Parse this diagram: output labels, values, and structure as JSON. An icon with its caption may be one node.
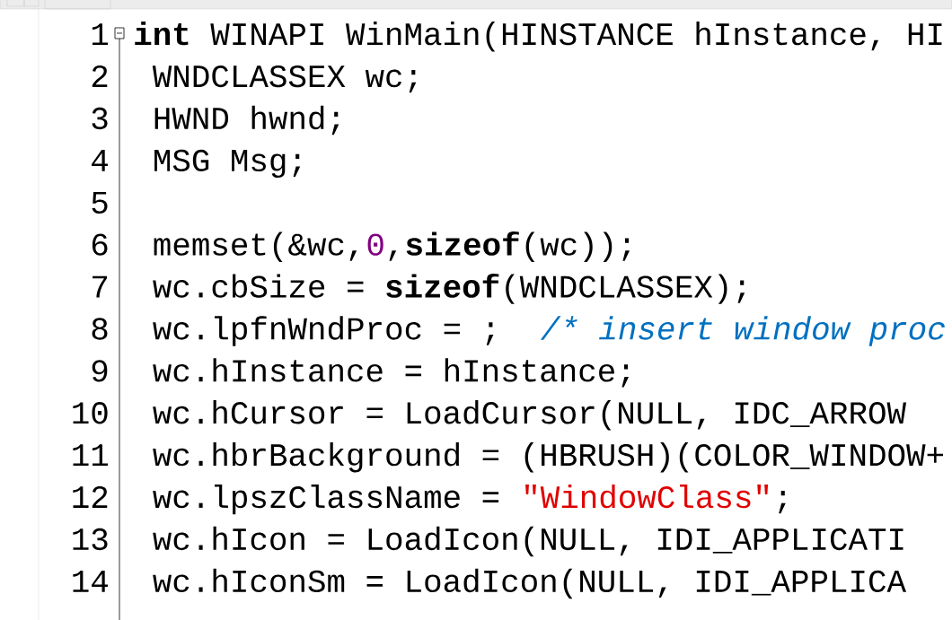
{
  "diagram": {
    "labels": [
      "1",
      "**int** WINAPI WinMain(HINSTANCE hInstance, HI",
      "2",
      "WNDCLASSEX wc;",
      "3",
      "HWND hwnd;",
      "4",
      "MSG Msg;",
      "5",
      "6",
      "memset(&wc,",
      "0",
      ",**sizeof**(wc));",
      "7",
      "wc.cbSize   = **sizeof**(WNDCLASSEX);",
      "8",
      "wc.lpfnWndProc  = ;",
      "/* insert window proc",
      "9",
      "wc.hInstance  = hInstance;",
      "10",
      "wc.hCursor   = LoadCursor(NULL, IDC_ARROW",
      "11",
      "wc.hbrBackground = (HBRUSH)(COLOR_WINDOW+",
      "12",
      "wc.lpszClassName =",
      "\"WindowClass\"",
      ";",
      "13",
      "wc.hIcon   = LoadIcon(NULL, IDI_APPLICATI",
      "14",
      "wc.hIconSm   = LoadIcon(NULL, IDI_APPLICA"
    ]
  }
}
